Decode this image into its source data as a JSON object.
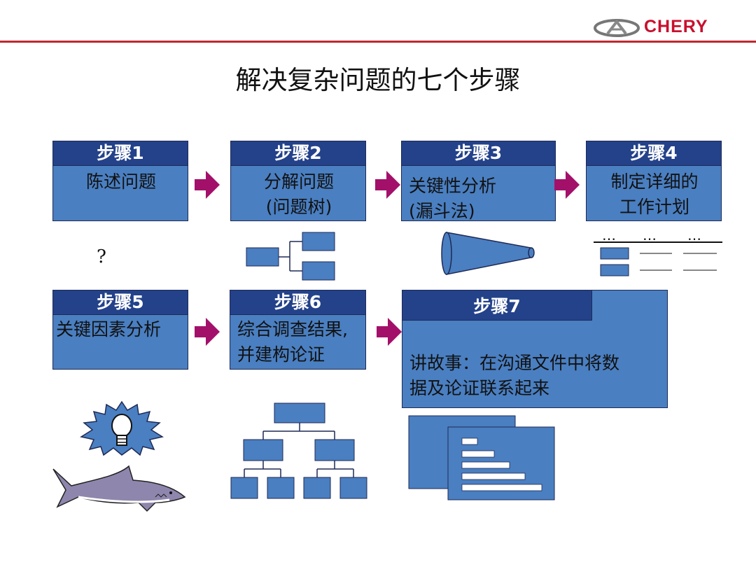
{
  "brand": {
    "name": "CHERY"
  },
  "title": "解决复杂问题的七个步骤",
  "steps": [
    {
      "header": "步骤1",
      "body": "陈述问题"
    },
    {
      "header": "步骤2",
      "body": "分解问题\n(问题树)"
    },
    {
      "header": "步骤3",
      "body": "关键性分析\n(漏斗法)"
    },
    {
      "header": "步骤4",
      "body": "制定详细的\n工作计划"
    },
    {
      "header": "步骤5",
      "body": "关键因素分析"
    },
    {
      "header": "步骤6",
      "body": "综合调查结果,\n并建构论证"
    },
    {
      "header": "步骤7",
      "body": "讲故事：在沟通文件中将数\n据及论证联系起来"
    }
  ],
  "question_mark": "?",
  "plan_dots": [
    "…",
    "…",
    "…"
  ],
  "colors": {
    "box": "#4a7fc1",
    "header": "#24428a",
    "arrow": "#a3106a",
    "topline": "#c0282d",
    "brand": "#c8102e"
  }
}
